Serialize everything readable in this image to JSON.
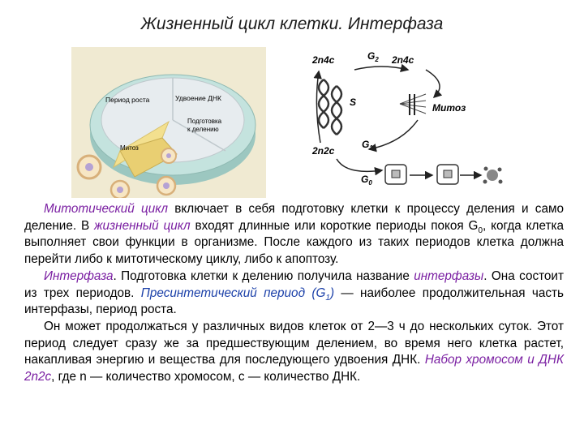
{
  "page": {
    "title": "Жизненный цикл клетки. Интерфаза"
  },
  "fig_left": {
    "label_growth": "Период роста",
    "label_dna": "Удвоение ДНК",
    "label_prep_1": "Подготовка",
    "label_prep_2": "к делению",
    "label_mitosis": "Митоз",
    "colors": {
      "bg": "#f0ead2",
      "ring": "#b9dcd6",
      "wedge": "#f4e49a"
    }
  },
  "fig_right": {
    "g2": "G",
    "g2_sub": "2",
    "left_top": "2n4c",
    "right_top": "2n4c",
    "s": "S",
    "mitosis": "Митоз",
    "left_bottom": "2n2c",
    "g1": "G",
    "g1_sub": "1",
    "g0": "G",
    "g0_sub": "0"
  },
  "text": {
    "p1_hl": "Митотический цикл",
    "p1_a": " включает в себя подготовку клетки к процессу деления и само деление. В ",
    "p1_hl2": "жизненный цикл",
    "p1_b": " входят длинные или короткие периоды покоя G",
    "p1_sub": "0",
    "p1_c": ", когда клетка выполняет свои функции в организме. После каждого из таких периодов клетка должна перейти либо к митотическому циклу, либо к апоптозу.",
    "p2_hl": "Интерфаза",
    "p2_a": ". Подготовка клетки к делению получила название ",
    "p2_hl2": "интерфазы",
    "p2_b": ". Она состоит из трех периодов. ",
    "p2_hl3": "Пресинтетический период (G",
    "p2_sub": "1",
    "p2_hl3_end": ")",
    "p2_c": " — наиболее продолжительная часть интерфазы, период роста.",
    "p3_a": "Он может продолжаться у различных видов клеток от 2—3 ч до нескольких суток. Этот период следует сразу же за предшествующим делением, во время него клетка растет, накапливая энергию и вещества для последующего удвоения ДНК. ",
    "p3_hl": "Набор хромосом и ДНК 2n2c",
    "p3_b": ", где n — количество хромосом, с — количество ДНК."
  }
}
